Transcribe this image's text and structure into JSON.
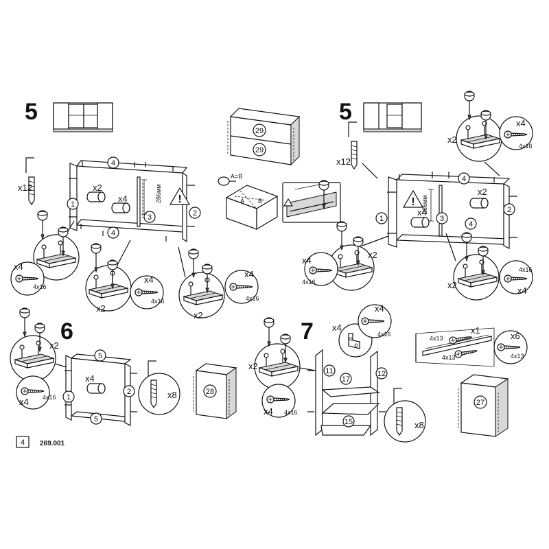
{
  "steps": {
    "s5a": "5",
    "s5b": "5",
    "s6": "6",
    "s7": "7"
  },
  "parts": {
    "p1": "1",
    "p2": "2",
    "p3": "3",
    "p4": "4",
    "p5": "5",
    "p11": "11",
    "p12": "12",
    "p15": "15",
    "p17": "17",
    "p27": "27",
    "p28": "28",
    "p29": "29"
  },
  "quantities": {
    "x1": "x1",
    "x2": "x2",
    "x4": "x4",
    "x6": "x6",
    "x8": "x8",
    "x12": "x12"
  },
  "sizes": {
    "s4x16": "4x16",
    "s4x13": "4x13",
    "s286": "286мм"
  },
  "labels": {
    "ab": "A=B",
    "a": "A",
    "b": "B"
  },
  "footer": {
    "page_number": "4",
    "model_code": "269.001"
  }
}
